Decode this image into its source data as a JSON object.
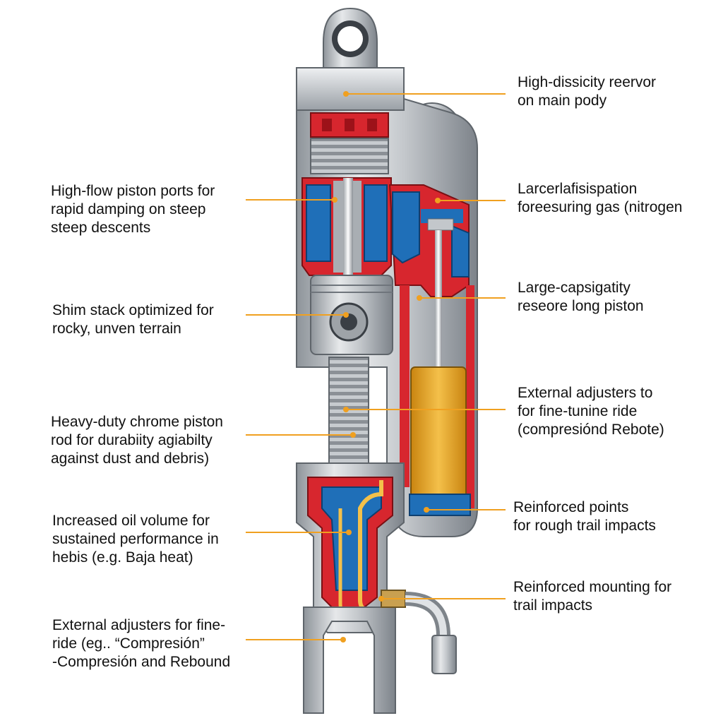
{
  "callouts_left": [
    {
      "id": "piston-ports",
      "lines": [
        "High-flow piston ports for",
        "rapid damping on steep",
        "steep descents"
      ]
    },
    {
      "id": "shim-stack",
      "lines": [
        "Shim stack optimized for",
        "rocky, unven terrain"
      ]
    },
    {
      "id": "piston-rod",
      "lines": [
        "Heavy-duty chrome piston",
        "rod for durabiity agiabilty",
        "against dust and debris)"
      ]
    },
    {
      "id": "oil-volume",
      "lines": [
        "Increased oil volume for",
        "sustained performance in",
        "hebis (e.g. Baja heat)"
      ]
    },
    {
      "id": "external-adjusters-left",
      "lines": [
        "External adjusters for fine-",
        "ride (eɡ.. “Compresión”",
        "-Compresión and Rebound"
      ]
    }
  ],
  "callouts_right": [
    {
      "id": "reservoir",
      "lines": [
        "High-dissicity reervor",
        "on main pody"
      ]
    },
    {
      "id": "gas-pressure",
      "lines": [
        "Larcerlafisispation",
        "foreesuring gas (nitrogen"
      ]
    },
    {
      "id": "large-piston",
      "lines": [
        "Large-capsigatity",
        "reseore long piston"
      ]
    },
    {
      "id": "external-adjusters-right",
      "lines": [
        "External adjusters to",
        "for fine-tunine ride",
        "(compresiónd Rebote)"
      ]
    },
    {
      "id": "reinforced-points",
      "lines": [
        "Reinforced points",
        "for rough trail impacts"
      ]
    },
    {
      "id": "reinforced-mounting",
      "lines": [
        "Reinforced mounting for",
        "trail impacts"
      ]
    }
  ],
  "colors": {
    "leader": "#f0a020",
    "steel": "#b9bdc2",
    "steel_dark": "#6f757c",
    "oil_red": "#d7262e",
    "chamber_blue": "#1f6fb8",
    "gas_amber": "#e8a21a"
  }
}
